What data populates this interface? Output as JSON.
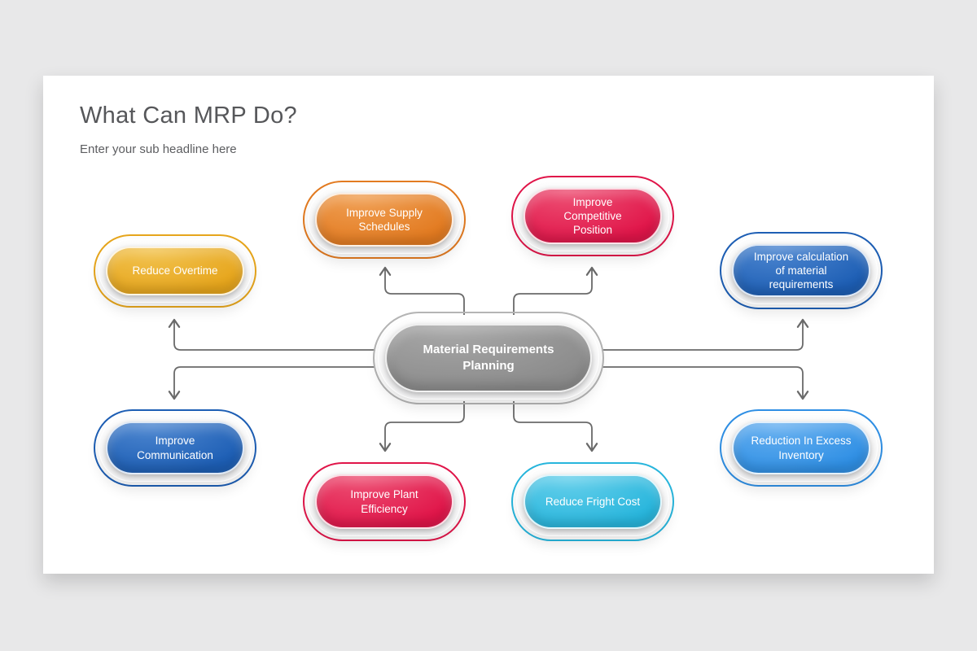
{
  "page": {
    "background": "#e8e8e9",
    "card_background": "#ffffff"
  },
  "header": {
    "title": "What Can MRP Do?",
    "subtitle": "Enter your sub headline here"
  },
  "diagram": {
    "connector_color": "#6a6a6a",
    "center": {
      "label": "Material Requirements Planning",
      "color": "#8b8b8b",
      "color_light": "#a9a9a9",
      "ring_color": "#b4b4b4"
    },
    "nodes": [
      {
        "id": "reduce-overtime",
        "label": "Reduce Overtime",
        "color": "#e6a51c",
        "color_light": "#f3c553"
      },
      {
        "id": "improve-supply-schedules",
        "label": "Improve Supply Schedules",
        "color": "#e27a20",
        "color_light": "#f1a257"
      },
      {
        "id": "improve-competitive-position",
        "label": "Improve Competitive Position",
        "color": "#e01549",
        "color_light": "#ee5376"
      },
      {
        "id": "improve-calculation-of-material-requirements",
        "label": "Improve calculation of material requirements",
        "color": "#1d5eb4",
        "color_light": "#5089d2"
      },
      {
        "id": "improve-communication",
        "label": "Improve Communication",
        "color": "#1d5eb4",
        "color_light": "#5089d2"
      },
      {
        "id": "improve-plant-efficiency",
        "label": "Improve Plant Efficiency",
        "color": "#e01549",
        "color_light": "#ee5376"
      },
      {
        "id": "reduce-fright-cost",
        "label": "Reduce Fright Cost",
        "color": "#27b5dc",
        "color_light": "#69d1ec"
      },
      {
        "id": "reduction-in-excess-inventory",
        "label": "Reduction In Excess Inventory",
        "color": "#2f8fe4",
        "color_light": "#6ab2f1"
      }
    ]
  }
}
